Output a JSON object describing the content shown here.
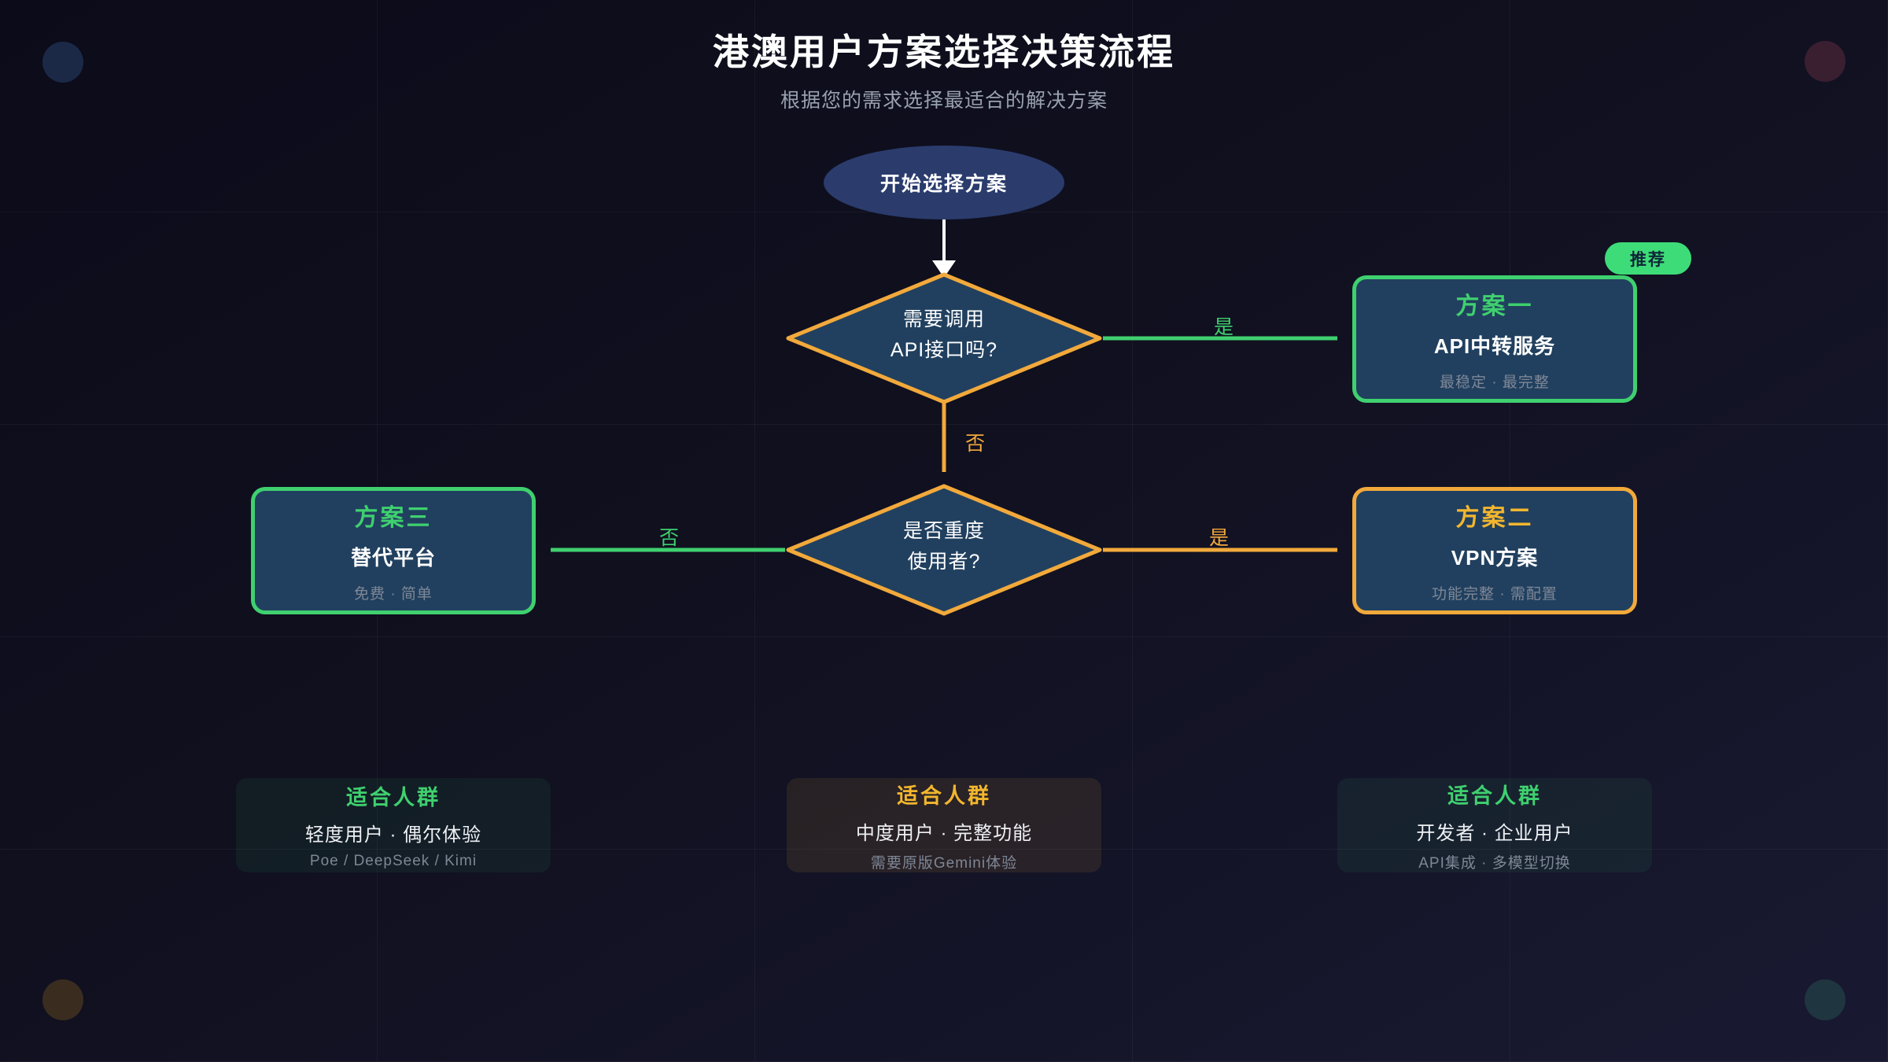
{
  "header": {
    "title": "港澳用户方案选择决策流程",
    "subtitle": "根据您的需求选择最适合的解决方案"
  },
  "flow": {
    "start_label": "开始选择方案",
    "decision1": {
      "line1": "需要调用",
      "line2": "API接口吗?"
    },
    "decision2": {
      "line1": "是否重度",
      "line2": "使用者?"
    },
    "edge_labels": {
      "d1_yes": "是",
      "d1_no": "否",
      "d2_no": "否",
      "d2_yes": "是"
    },
    "recommend_badge": "推荐",
    "plans": [
      {
        "title": "方案一",
        "name": "API中转服务",
        "note": "最稳定 · 最完整"
      },
      {
        "title": "方案二",
        "name": "VPN方案",
        "note": "功能完整 · 需配置"
      },
      {
        "title": "方案三",
        "name": "替代平台",
        "note": "免费 · 简单"
      }
    ]
  },
  "audience_cards": [
    {
      "title": "适合人群",
      "primary": "轻度用户 · 偶尔体验",
      "secondary": "Poe / DeepSeek / Kimi"
    },
    {
      "title": "适合人群",
      "primary": "中度用户 · 完整功能",
      "secondary": "需要原版Gemini体验"
    },
    {
      "title": "适合人群",
      "primary": "开发者 · 企业用户",
      "secondary": "API集成 · 多模型切换"
    }
  ],
  "colors": {
    "green_accent": "#3fd06f",
    "orange_accent": "#f2a93b",
    "badge_green": "#3ddc78",
    "node_fill": "#21405f",
    "start_fill": "#2a3b6c"
  }
}
